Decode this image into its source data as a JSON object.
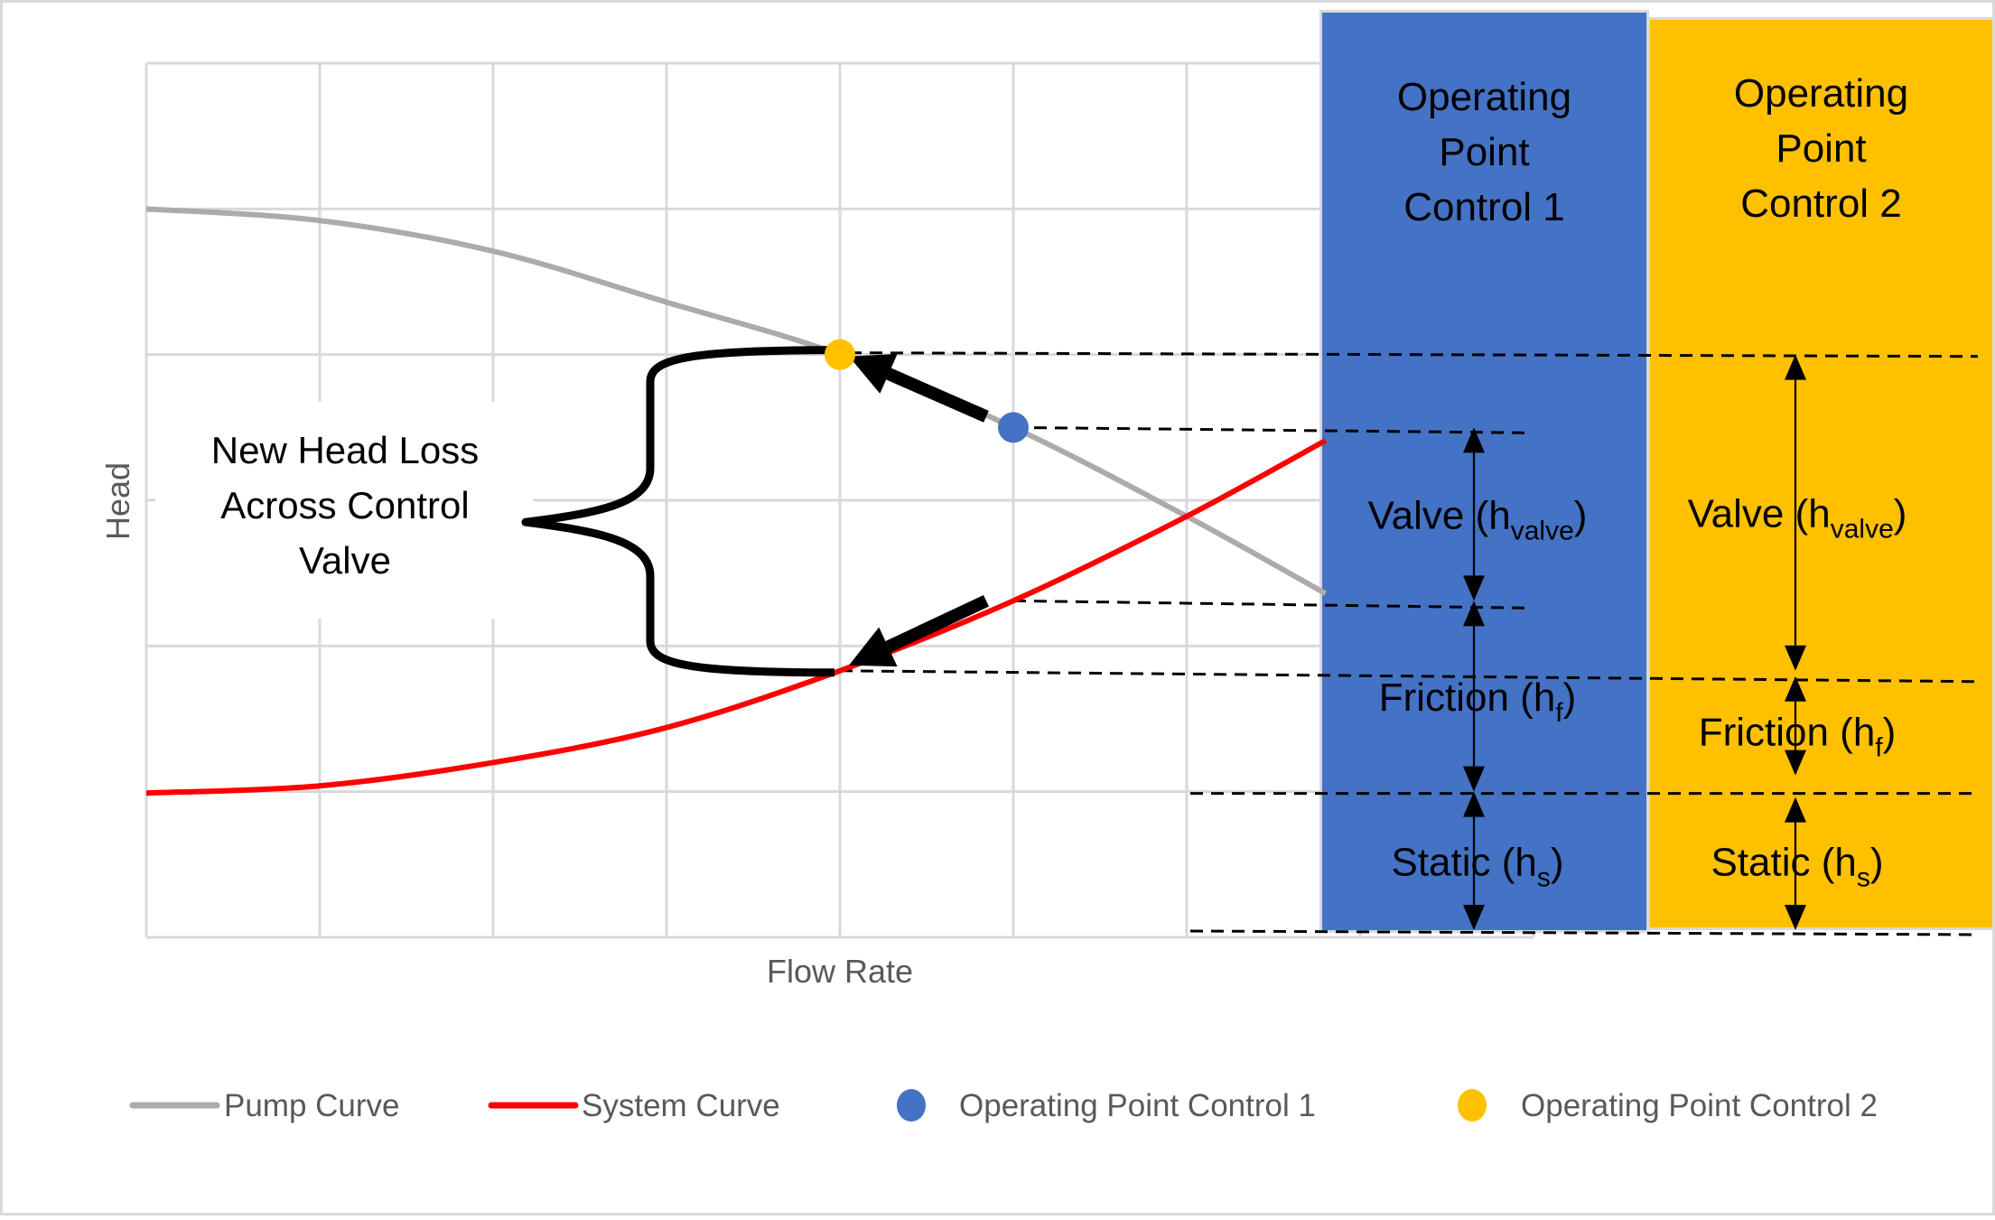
{
  "chart_data": {
    "type": "line",
    "title": "",
    "xlabel": "Flow Rate",
    "ylabel": "Head",
    "xlim": [
      0,
      8
    ],
    "ylim": [
      0,
      6
    ],
    "grid": true,
    "x_tick_labels": [],
    "y_tick_labels": [],
    "legend_position": "bottom",
    "series": [
      {
        "name": "Pump Curve",
        "type": "line",
        "color": "#aeaaaa",
        "x": [
          0,
          1,
          2,
          3,
          4,
          5,
          6,
          6.8
        ],
        "y": [
          5.0,
          4.92,
          4.71,
          4.36,
          4.0,
          3.5,
          2.89,
          2.36
        ]
      },
      {
        "name": "System Curve",
        "type": "line",
        "color": "#ff0000",
        "x": [
          0,
          1,
          2,
          3,
          4,
          5,
          6,
          6.8
        ],
        "y": [
          0.99,
          1.04,
          1.2,
          1.44,
          1.83,
          2.31,
          2.89,
          3.41
        ]
      },
      {
        "name": "Operating Point Control 1",
        "type": "scatter",
        "color": "#4472c4",
        "x": [
          5
        ],
        "y": [
          3.5
        ]
      },
      {
        "name": "Operating Point Control 2",
        "type": "scatter",
        "color": "#ffc000",
        "x": [
          4
        ],
        "y": [
          4.0
        ]
      }
    ],
    "annotations": {
      "bracket_label": [
        "New Head Loss",
        "Across Control",
        "Valve"
      ],
      "bracket_span": {
        "x": 4,
        "y_top": 4.0,
        "y_bottom": 1.83
      },
      "arrows": [
        {
          "name": "pump-shift-arrow",
          "from": [
            5,
            3.5
          ],
          "to": [
            4,
            4.0
          ]
        },
        {
          "name": "system-shift-arrow",
          "from": [
            5,
            2.31
          ],
          "to": [
            4,
            1.83
          ]
        }
      ],
      "static_head": 1.0
    }
  },
  "panels": [
    {
      "id": "control-1",
      "title_lines": [
        "Operating",
        "Point",
        "Control 1"
      ],
      "color": "#4472c4",
      "segments": [
        {
          "label": "Valve",
          "symbol": "h",
          "subscript": "valve",
          "from": 2.31,
          "to": 3.5
        },
        {
          "label": "Friction",
          "symbol": "h",
          "subscript": "f",
          "from": 1.0,
          "to": 2.31
        },
        {
          "label": "Static",
          "symbol": "h",
          "subscript": "s",
          "from": 0,
          "to": 1.0
        }
      ]
    },
    {
      "id": "control-2",
      "title_lines": [
        "Operating",
        "Point",
        "Control 2"
      ],
      "color": "#ffc000",
      "segments": [
        {
          "label": "Valve",
          "symbol": "h",
          "subscript": "valve",
          "from": 1.83,
          "to": 4.0
        },
        {
          "label": "Friction",
          "symbol": "h",
          "subscript": "f",
          "from": 1.0,
          "to": 1.83
        },
        {
          "label": "Static",
          "symbol": "h",
          "subscript": "s",
          "from": 0,
          "to": 1.0
        }
      ]
    }
  ],
  "legend": [
    {
      "label": "Pump Curve",
      "marker": "line",
      "color": "#aeaaaa"
    },
    {
      "label": "System Curve",
      "marker": "line",
      "color": "#ff0000"
    },
    {
      "label": "Operating Point Control 1",
      "marker": "dot",
      "color": "#4472c4"
    },
    {
      "label": "Operating Point Control 2",
      "marker": "dot",
      "color": "#ffc000"
    }
  ]
}
